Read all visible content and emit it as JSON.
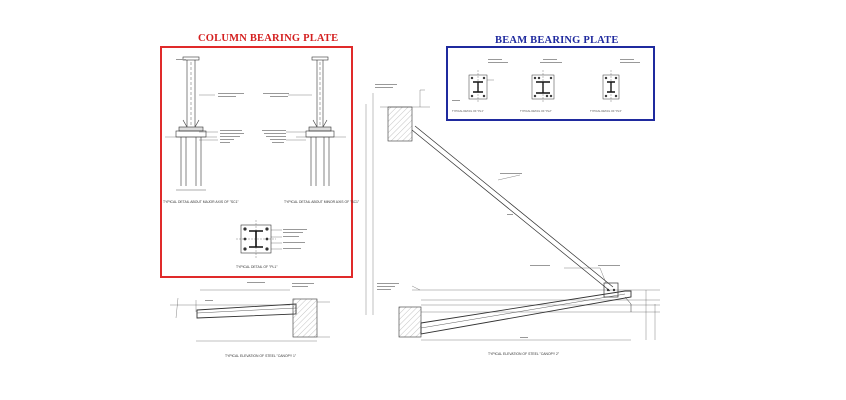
{
  "headings": {
    "column_bearing_plate": "COLUMN BEARING PLATE",
    "beam_bearing_plate": "BEAM BEARING PLATE"
  },
  "captions": {
    "col_detail_a": "TYPICAL DETAIL ABOUT MAJOR AXIS OF \"SC1\"",
    "col_detail_b": "TYPICAL DETAIL ABOUT MINOR AXIS OF \"SC1\"",
    "col_plate": "TYPICAL DETAIL OF \"PL1\"",
    "beam_pl1": "TYPICAL DETAIL OF \"PL1\"",
    "beam_pl2": "TYPICAL DETAIL OF \"PL2\"",
    "beam_pl3": "TYPICAL DETAIL OF \"PL3\"",
    "canopy_left": "TYPICAL ELEVATION OF STEEL \"CANOPY 1\"",
    "canopy_right": "TYPICAL ELEVATION OF STEEL \"CANOPY 2\""
  },
  "colors": {
    "column_frame": "#e02a2a",
    "beam_frame": "#1f2a9e",
    "line": "#333333",
    "hatch": "#9a9a9a"
  }
}
